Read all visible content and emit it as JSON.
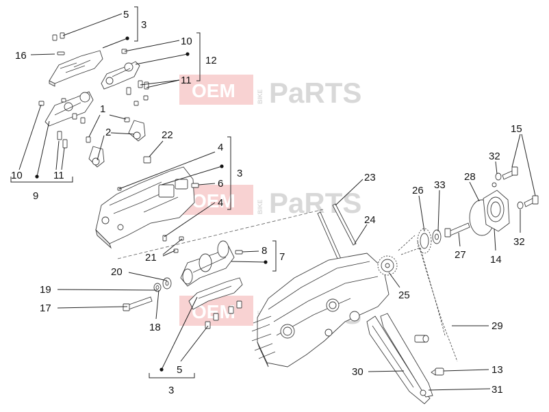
{
  "callouts": {
    "c1": "1",
    "c2": "2",
    "c3a": "3",
    "c3b": "3",
    "c3c": "3",
    "c4a": "4",
    "c4b": "4",
    "c5a": "5",
    "c5b": "5",
    "c6": "6",
    "c7": "7",
    "c8": "8",
    "c9": "9",
    "c10a": "10",
    "c10b": "10",
    "c11a": "11",
    "c11b": "11",
    "c12": "12",
    "c13": "13",
    "c14": "14",
    "c15": "15",
    "c16": "16",
    "c17": "17",
    "c18": "18",
    "c19": "19",
    "c20": "20",
    "c21": "21",
    "c22": "22",
    "c23": "23",
    "c24": "24",
    "c25": "25",
    "c26": "26",
    "c27": "27",
    "c28": "28",
    "c29": "29",
    "c30": "30",
    "c31": "31",
    "c32a": "32",
    "c32b": "32",
    "c33": "33"
  },
  "watermark": {
    "oem": "OEM",
    "bike": "BIKE",
    "parts": "PaRTS"
  }
}
